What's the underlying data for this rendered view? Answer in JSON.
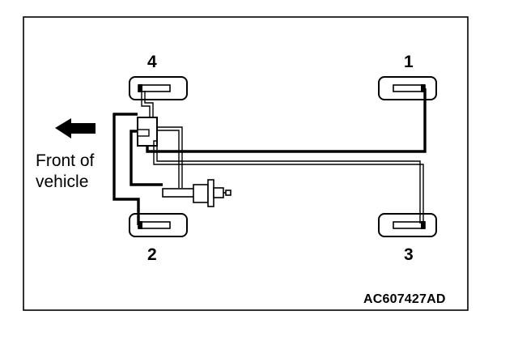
{
  "wheels": {
    "front_left": "4",
    "rear_left": "1",
    "front_right": "2",
    "rear_right": "3"
  },
  "direction": {
    "line1": "Front of",
    "line2": "vehicle",
    "icon": "arrow-left-icon"
  },
  "figure_code": "AC607427AD",
  "colors": {
    "ink": "#000000",
    "background": "#ffffff"
  }
}
